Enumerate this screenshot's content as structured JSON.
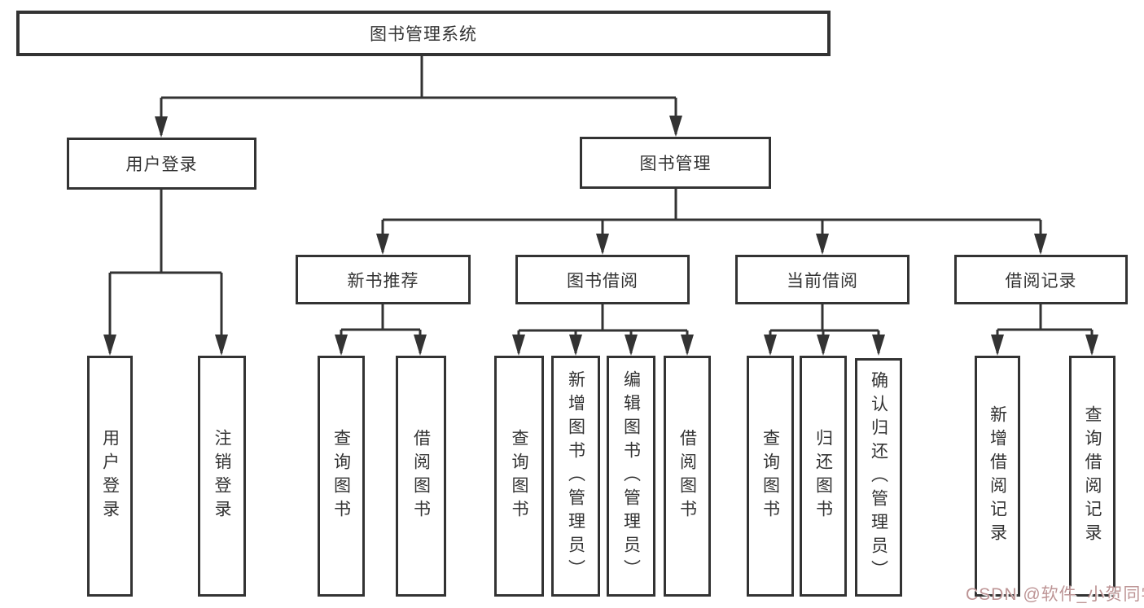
{
  "tree": {
    "label": "图书管理系统",
    "children": [
      {
        "label": "用户登录",
        "children": [
          {
            "label": "用户登录"
          },
          {
            "label": "注销登录"
          }
        ]
      },
      {
        "label": "图书管理",
        "children": [
          {
            "label": "新书推荐",
            "children": [
              {
                "label": "查询图书"
              },
              {
                "label": "借阅图书"
              }
            ]
          },
          {
            "label": "图书借阅",
            "children": [
              {
                "label": "查询图书"
              },
              {
                "label": "新增图书（管理员）"
              },
              {
                "label": "编辑图书（管理员）"
              },
              {
                "label": "借阅图书"
              }
            ]
          },
          {
            "label": "当前借阅",
            "children": [
              {
                "label": "查询图书"
              },
              {
                "label": "归还图书"
              },
              {
                "label": "确认归还（管理员）"
              }
            ]
          },
          {
            "label": "借阅记录",
            "children": [
              {
                "label": "新增借阅记录"
              },
              {
                "label": "查询借阅记录"
              }
            ]
          }
        ]
      }
    ]
  },
  "watermark": {
    "text": "CSDN @软件_小贺同学"
  },
  "colors": {
    "line": "#333333",
    "box_border": "#333333",
    "text": "#333333",
    "background": "#ffffff",
    "watermark": "#bd9495"
  }
}
